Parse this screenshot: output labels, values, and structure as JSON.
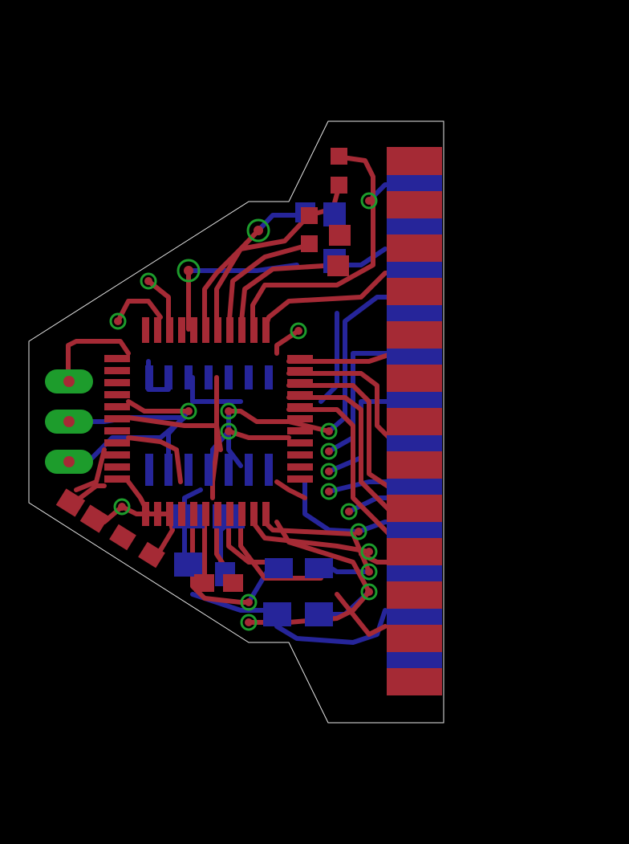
{
  "board": {
    "background": "#000000",
    "outline_color": "#e8e8e8",
    "layers": {
      "top_copper": "#a52a35",
      "bottom_copper": "#26259a",
      "vias_and_tht": "#1d9c2c"
    },
    "edge_connector_fingers": 25,
    "through_hole_pads": 3,
    "smd_corner_pads": 4
  }
}
